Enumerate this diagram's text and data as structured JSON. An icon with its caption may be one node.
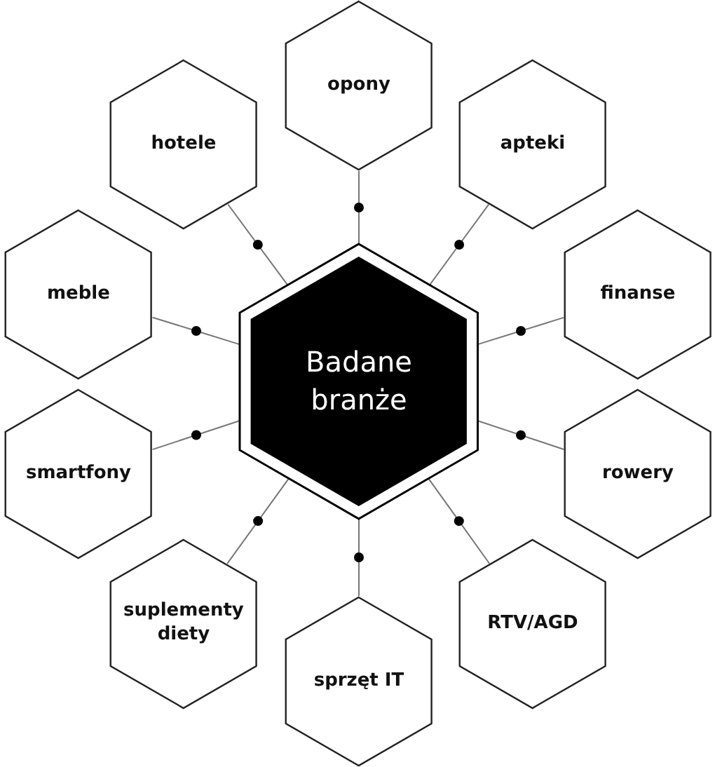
{
  "diagram": {
    "nodes": [
      {
        "text": [
          "Badane branże"
        ]
      },
      {
        "text": [
          "opony"
        ]
      },
      {
        "text": [
          "apteki"
        ]
      },
      {
        "text": [
          "finanse"
        ]
      },
      {
        "text": [
          "rowery"
        ]
      },
      {
        "text": [
          "RTV/AGD"
        ]
      },
      {
        "text": [
          "sprzęt IT"
        ]
      },
      {
        "text": [
          "suplementy diety"
        ]
      },
      {
        "text": [
          "smartfony"
        ]
      },
      {
        "text": [
          "meble"
        ]
      },
      {
        "text": [
          "hotele"
        ]
      }
    ],
    "edges": [
      {
        "from": 0,
        "to": 1,
        "arrow": "none"
      },
      {
        "from": 0,
        "to": 2,
        "arrow": "none"
      },
      {
        "from": 0,
        "to": 3,
        "arrow": "none"
      },
      {
        "from": 0,
        "to": 4,
        "arrow": "none"
      },
      {
        "from": 0,
        "to": 5,
        "arrow": "none"
      },
      {
        "from": 0,
        "to": 6,
        "arrow": "none"
      },
      {
        "from": 0,
        "to": 7,
        "arrow": "none"
      },
      {
        "from": 0,
        "to": 8,
        "arrow": "none"
      },
      {
        "from": 0,
        "to": 9,
        "arrow": "none"
      },
      {
        "from": 0,
        "to": 10,
        "arrow": "none"
      }
    ]
  }
}
